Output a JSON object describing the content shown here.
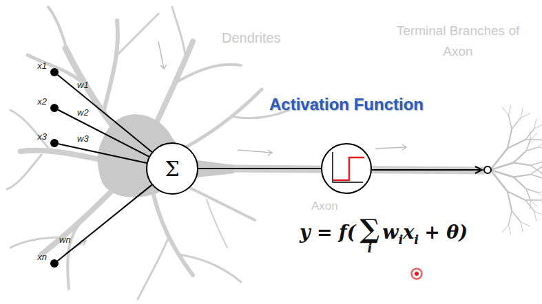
{
  "diagram": {
    "nodes": [
      {
        "text": [
          "x1"
        ]
      },
      {
        "text": [
          "x2"
        ]
      },
      {
        "text": [
          "x3"
        ]
      },
      {
        "text": [
          "xn"
        ]
      },
      {
        "text": [
          "Σ"
        ]
      },
      {
        "text": [
          "Activation Function"
        ]
      }
    ],
    "edges": [
      {
        "from": 0,
        "to": 4,
        "label": "w1",
        "arrow": "none"
      },
      {
        "from": 1,
        "to": 4,
        "label": "w2",
        "arrow": "none"
      },
      {
        "from": 2,
        "to": 4,
        "label": "w3",
        "arrow": "none"
      },
      {
        "from": 3,
        "to": 4,
        "label": "wn",
        "arrow": "none"
      },
      {
        "from": 4,
        "to": 5,
        "arrow": "none"
      }
    ],
    "labels": [
      "Dendrites",
      "Terminal Branches of Axon",
      "Axon",
      "y = f(",
      "∑",
      "i",
      "w",
      "i",
      "x",
      "i",
      "+ θ)"
    ]
  }
}
